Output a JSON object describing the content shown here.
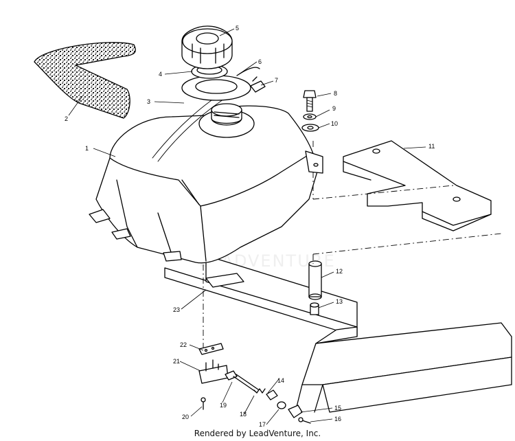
{
  "callouts": [
    {
      "id": "c1",
      "label": "1"
    },
    {
      "id": "c2",
      "label": "2"
    },
    {
      "id": "c3",
      "label": "3"
    },
    {
      "id": "c4",
      "label": "4"
    },
    {
      "id": "c5",
      "label": "5"
    },
    {
      "id": "c6",
      "label": "6"
    },
    {
      "id": "c7",
      "label": "7"
    },
    {
      "id": "c8",
      "label": "8"
    },
    {
      "id": "c9",
      "label": "9"
    },
    {
      "id": "c10",
      "label": "10"
    },
    {
      "id": "c11",
      "label": "11"
    },
    {
      "id": "c12",
      "label": "12"
    },
    {
      "id": "c13",
      "label": "13"
    },
    {
      "id": "c14",
      "label": "14"
    },
    {
      "id": "c15",
      "label": "15"
    },
    {
      "id": "c16",
      "label": "16"
    },
    {
      "id": "c17",
      "label": "17"
    },
    {
      "id": "c18",
      "label": "18"
    },
    {
      "id": "c19",
      "label": "19"
    },
    {
      "id": "c20",
      "label": "20"
    },
    {
      "id": "c21",
      "label": "21"
    },
    {
      "id": "c22",
      "label": "22"
    },
    {
      "id": "c23",
      "label": "23"
    }
  ],
  "watermark": "LEADVENTURE",
  "footer": "Rendered by LeadVenture, Inc."
}
